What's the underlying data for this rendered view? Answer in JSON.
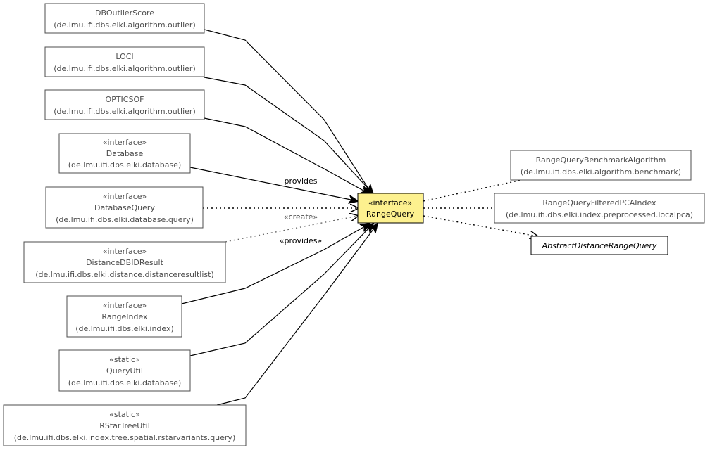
{
  "center": {
    "stereotype": "«interface»",
    "name": "RangeQuery",
    "fill": "#fdf18f"
  },
  "nodes": {
    "dboutlierscore": {
      "name": "DBOutlierScore",
      "package": "(de.lmu.ifi.dbs.elki.algorithm.outlier)"
    },
    "loci": {
      "name": "LOCI",
      "package": "(de.lmu.ifi.dbs.elki.algorithm.outlier)"
    },
    "opticsof": {
      "name": "OPTICSOF",
      "package": "(de.lmu.ifi.dbs.elki.algorithm.outlier)"
    },
    "database": {
      "stereotype": "«interface»",
      "name": "Database",
      "package": "(de.lmu.ifi.dbs.elki.database)"
    },
    "databasequery": {
      "stereotype": "«interface»",
      "name": "DatabaseQuery",
      "package": "(de.lmu.ifi.dbs.elki.database.query)"
    },
    "distancedbidresult": {
      "stereotype": "«interface»",
      "name": "DistanceDBIDResult",
      "package": "(de.lmu.ifi.dbs.elki.distance.distanceresultlist)"
    },
    "rangeindex": {
      "stereotype": "«interface»",
      "name": "RangeIndex",
      "package": "(de.lmu.ifi.dbs.elki.index)"
    },
    "queryutil": {
      "stereotype": "«static»",
      "name": "QueryUtil",
      "package": "(de.lmu.ifi.dbs.elki.database)"
    },
    "rstartreeutil": {
      "stereotype": "«static»",
      "name": "RStarTreeUtil",
      "package": "(de.lmu.ifi.dbs.elki.index.tree.spatial.rstarvariants.query)"
    },
    "rangequerybenchmarkalgorithm": {
      "name": "RangeQueryBenchmarkAlgorithm",
      "package": "(de.lmu.ifi.dbs.elki.algorithm.benchmark)"
    },
    "rangequeryfilteredpcaindex": {
      "name": "RangeQueryFilteredPCAIndex",
      "package": "(de.lmu.ifi.dbs.elki.index.preprocessed.localpca)"
    },
    "abstractdistancerangequery": {
      "name": "AbstractDistanceRangeQuery"
    }
  },
  "edge_labels": {
    "database_provides": "provides",
    "distancedbidresult_create": "«create»",
    "rangeindex_provides": "«provides»"
  }
}
